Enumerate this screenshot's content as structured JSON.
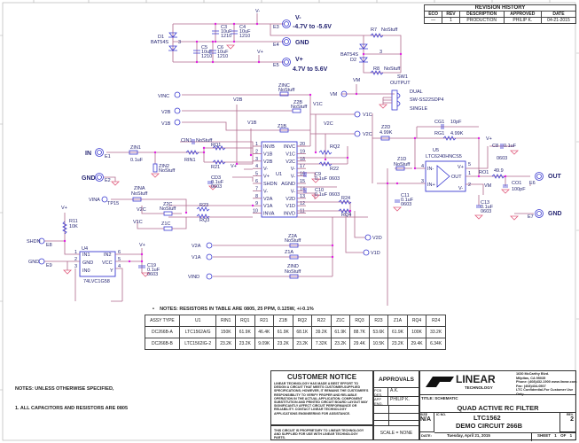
{
  "revision_history": {
    "title": "REVISION HISTORY",
    "headers": [
      "ECO",
      "REV",
      "DESCRIPTION",
      "APPROVED",
      "DATE"
    ],
    "row": [
      "—",
      "1",
      "PRODUCTION",
      "PHILIP K.",
      "04-21-2015"
    ]
  },
  "power": {
    "d1": "D1",
    "d1_part": "BAT54S",
    "pin3": "3",
    "c3": "C3",
    "c3_val": "10uF",
    "c3_pkg": "1210",
    "c4": "C4",
    "c4_val": "10uF",
    "c4_pkg": "1210",
    "c5": "C5",
    "c5_val": "10uF",
    "c5_pkg": "1210",
    "c6": "C6",
    "c6_val": "10uF",
    "c6_pkg": "1210",
    "vneg": "V-",
    "vpos": "V+",
    "e3": "E3",
    "e3_label": "V-",
    "e3_range": "-4.7V to -5.6V",
    "e4": "E4",
    "e4_label": "GND",
    "e5": "E5",
    "e5_label": "V+",
    "e5_range": "4.7V to 5.6V"
  },
  "switch": {
    "r7": "R7",
    "r7_val": "NoStuff",
    "d2": "D2",
    "d2_part": "BAT54S",
    "pin3": "3",
    "r8": "R8",
    "r8_val": "NoStuff",
    "sw1": "SW1",
    "output": "OUTPUT",
    "dual": "DUAL",
    "part": "SW-SS22SDP4",
    "single": "SINGLE",
    "vm": "VM",
    "vm_term": "VM"
  },
  "u1": {
    "ref": "U1",
    "left_pins": [
      {
        "n": "1",
        "name": "INVB"
      },
      {
        "n": "2",
        "name": "V1B"
      },
      {
        "n": "3",
        "name": "V2B"
      },
      {
        "n": "4",
        "name": "V-"
      },
      {
        "n": "5",
        "name": "V+"
      },
      {
        "n": "6",
        "name": "SHDN"
      },
      {
        "n": "7",
        "name": "V-"
      },
      {
        "n": "8",
        "name": "V2A"
      },
      {
        "n": "9",
        "name": "V1A"
      },
      {
        "n": "10",
        "name": "INVA"
      }
    ],
    "right_pins": [
      {
        "n": "20",
        "name": "INVC"
      },
      {
        "n": "19",
        "name": "V1C"
      },
      {
        "n": "18",
        "name": "V2C"
      },
      {
        "n": "17",
        "name": "V-"
      },
      {
        "n": "16",
        "name": "V-"
      },
      {
        "n": "15",
        "name": "AGND"
      },
      {
        "n": "14",
        "name": "V-"
      },
      {
        "n": "13",
        "name": "V2D"
      },
      {
        "n": "12",
        "name": "V1D"
      },
      {
        "n": "11",
        "name": "INVD"
      }
    ]
  },
  "nets": {
    "vinc": "VINC",
    "zinc": "ZINC",
    "zinc_val": "NoStuff",
    "v2b": "V2B",
    "z2b": "Z2B",
    "z2b_val": "NoStuff",
    "v1b": "V1B",
    "z1b": "Z1B",
    "v2b_t": "V2B",
    "v1b_t": "V1B",
    "v1c": "V1C",
    "v2c": "V2C",
    "v1c_t": "V1C",
    "v2c_t": "V2C",
    "cin1": "CIN1",
    "cin1_val": "NoStuff",
    "rin1": "RIN1",
    "rq1": "RQ1",
    "r21": "R21",
    "vplus": "V+",
    "zin1": "ZIN1",
    "zin1_val": "0.1uF",
    "zin2": "ZIN2",
    "zin2_val": "NoStuff",
    "in": "IN",
    "e1": "E1",
    "gnd1": "GND",
    "e2": "E2",
    "rq2": "RQ2",
    "r22": "R22",
    "c9": "C9",
    "c9_val": "0.1uF",
    "c9_pkg": "0603",
    "c10": "C10",
    "c10_val": "0.1uF",
    "c10_pkg": "0603",
    "cd3": "CD3",
    "cd3_val": "0.1uF",
    "cd3_pkg": "0603",
    "vina": "VINA",
    "tp15": "TP15",
    "zina": "ZINA",
    "zina_val": "NoStuff",
    "r23": "R23",
    "rq3": "RQ3",
    "r24": "R24",
    "rq4": "RQ4",
    "v2c_l": "V2C",
    "z2c": "Z2C",
    "z2c_val": "NoStuff",
    "v1c_l": "V1C",
    "z1c": "Z1C",
    "v2a": "V2A",
    "z2a": "Z2A",
    "z2a_val": "NoStuff",
    "v1a": "V1A",
    "z1a": "Z1A",
    "vind": "VIND",
    "zind": "ZIND",
    "zind_val": "NoStuff",
    "v2d": "V2D",
    "v1d": "V1D"
  },
  "u4": {
    "ref": "U4",
    "part": "74LVC1G58",
    "r11": "R11",
    "r11_val": "10K",
    "vplus": "V+",
    "shdn": "SHDN",
    "e8": "E8",
    "gnd": "GND",
    "e9": "E9",
    "pins_left": [
      {
        "n": "1",
        "name": "IN1"
      },
      {
        "n": "2",
        "name": "GND"
      },
      {
        "n": "3",
        "name": "IN0"
      }
    ],
    "pins_right": [
      {
        "n": "6",
        "name": "IN2"
      },
      {
        "n": "5",
        "name": "VCC"
      },
      {
        "n": "4",
        "name": "Y"
      }
    ],
    "vplus2": "V+",
    "c19": "C19",
    "c19_val": "0.1uF",
    "c19_pkg": "0603"
  },
  "u5": {
    "ref": "U5",
    "part": "LTC6240HNCS5",
    "in_neg": "IN-",
    "in_pos": "IN+",
    "out": "OUT",
    "vp": "V+",
    "vn": "V-",
    "p4": "4",
    "p3": "3",
    "p5": "5",
    "p1": "1",
    "p2": "2",
    "z2d": "Z2D",
    "z2d_val": "4.99K",
    "z1d": "Z1D",
    "z1d_val": "NoStuff",
    "c11": "C11",
    "c11_val": "0.1uF",
    "c11_pkg": "0603",
    "cg1": "CG1",
    "cg1_val": "10pF",
    "rg1": "RG1",
    "rg1_val": "4.99K",
    "c8": "C8",
    "c8_val": "0.1uF",
    "c8_pkg": "0603",
    "vplus": "V+",
    "ro1": "RO1",
    "ro1_val": "49.9",
    "co1": "CO1",
    "co1_val": "100pF",
    "e6": "E6",
    "out_label": "OUT",
    "c13": "C13",
    "c13_val": "0.1uF",
    "c13_pkg": "0603",
    "vm": "VM",
    "e7": "E7",
    "gnd_label": "GND"
  },
  "resistor_table": {
    "bullet": "•",
    "note": "NOTES:  RESISTORS IN TABLE ARE  0805,  25 PPM,  0.125W,  +/-0.1%",
    "headers": [
      "ASSY TYPE",
      "U1",
      "RIN1",
      "RQ1",
      "R21",
      "Z1B",
      "RQ2",
      "R22",
      "Z1C",
      "RQ3",
      "R23",
      "Z1A",
      "RQ4",
      "R24"
    ],
    "rows": [
      [
        "DC266B-A",
        "LTC1562A/G",
        "150K",
        "61.9K",
        "46.4K",
        "61.9K",
        "68.1K",
        "39.2K",
        "61.9K",
        "88.7K",
        "53.6K",
        "61.9K",
        "100K",
        "33.2K"
      ],
      [
        "DC266B-B",
        "LTC1562IG-2",
        "23.2K",
        "23.2K",
        "9.09K",
        "23.2K",
        "23.2K",
        "7.32K",
        "23.2K",
        "29.4K",
        "10.5K",
        "23.2K",
        "29.4K",
        "6.34K"
      ]
    ]
  },
  "notes": {
    "line1": "NOTES: UNLESS OTHERWISE SPECIFIED,",
    "line2": "1.  ALL CAPACITORS AND RESISTORS ARE 0805"
  },
  "title_block": {
    "customer_notice": "CUSTOMER NOTICE",
    "notice_text": "LINEAR TECHNOLOGY HAS MADE A BEST EFFORT TO DESIGN A CIRCUIT THAT MEETS CUSTOMER-SUPPLIED SPECIFICATIONS; HOWEVER, IT REMAINS THE CUSTOMER'S RESPONSIBILITY TO VERIFY PROPER AND RELIABLE OPERATION IN THE ACTUAL APPLICATION.  COMPONENT SUBSTITUTION AND PRINTED CIRCUIT BOARD LAYOUT MAY SIGNIFICANTLY AFFECT CIRCUIT PERFORMANCE OR RELIABILITY.  CONTACT LINEAR TECHNOLOGY APPLICATIONS ENGINEERING FOR ASSISTANCE.",
    "proprietary": "THIS CIRCUIT IS PROPRIETARY TO LINEAR TECHNOLOGY AND SUPPLIED FOR USE WITH LINEAR TECHNOLOGY PARTS.",
    "approvals": "APPROVALS",
    "pcb_des_label": "PCB DES.",
    "pcb_des": "A.K.",
    "app_eng_label": "APP ENG.",
    "app_eng": "PHILIP K.",
    "scale": "SCALE = NONE",
    "logo_text": "LINEAR",
    "logo_sub": "TECHNOLOGY",
    "address1": "1630 McCarthy Blvd.",
    "address2": "Milpitas, CA 95035",
    "phone": "Phone: (408)432-1900",
    "web": "www.linear.com",
    "fax": "Fax: (408)434-0507",
    "confidential": "LTC Confidential-For Customer Use Only",
    "title_label": "TITLE:  SCHEMATIC",
    "title": "QUAD ACTIVE RC FILTER",
    "size_label": "SIZE",
    "size": "N/A",
    "ic_label": "IC NO.",
    "ic": "LTC1562",
    "circuit": "DEMO CIRCUIT 266B",
    "rev_label": "REV.",
    "rev": "2",
    "date_label": "DATE:",
    "date": "Tuesday, April 21, 2015",
    "sheet_label": "SHEET",
    "sheet": "1",
    "of_label": "OF",
    "of": "1"
  }
}
